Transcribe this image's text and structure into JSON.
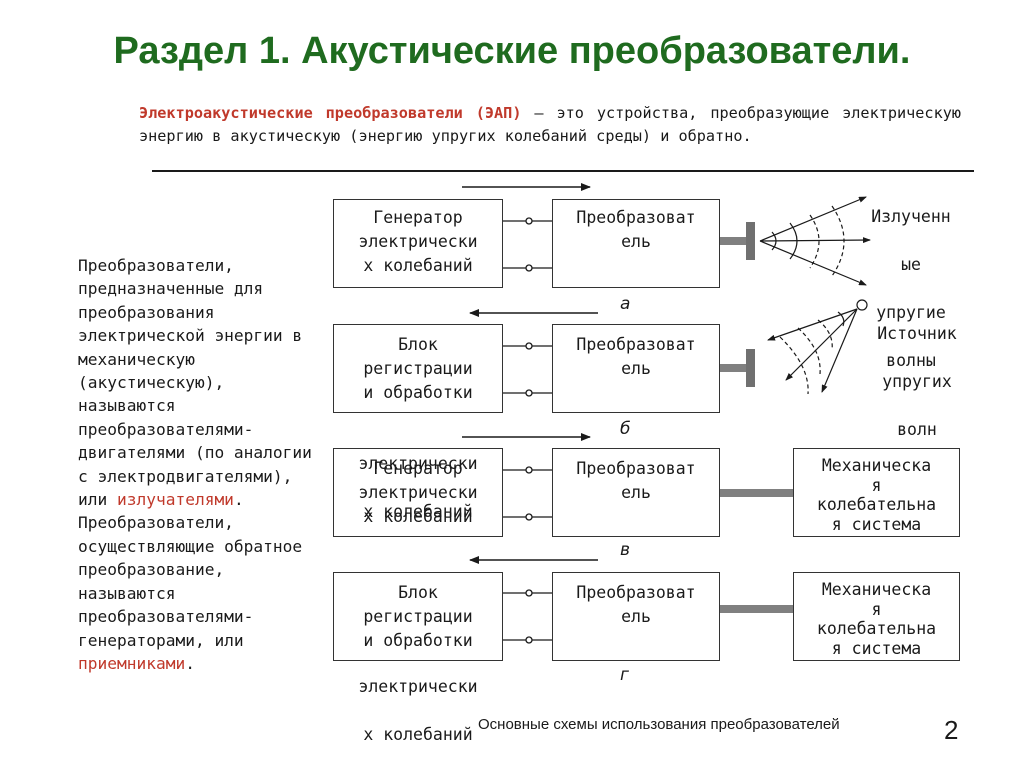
{
  "title": "Раздел 1. Акустические преобразователи.",
  "definition": {
    "term": "Электроакустические преобразователи (ЭАП)",
    "rest": " – это устройства, преобразующие электрическую энергию в акустическую (энергию упругих колебаний среды) и обратно."
  },
  "left_text": {
    "part1": "Преобразователи, предназначенные для преобразования электрической энергии в механическую (акустическую), называются преобразователями-двигателями (по аналогии с электродвигателями), или ",
    "emitters": "излучателями",
    "part2": ". Преобразователи, осуществляющие обратное преобразование, называются преобразователями-генераторами, или ",
    "receivers": "приемниками",
    "part3": "."
  },
  "diagrams": {
    "a": {
      "left_box": [
        "Генератор",
        "электрически",
        "х колебаний"
      ],
      "right_box": [
        "Преобразоват",
        "ель"
      ],
      "waves_label": [
        "Излученн",
        "ые",
        "упругие",
        "волны"
      ],
      "letter": "а"
    },
    "b": {
      "left_box": [
        "Блок",
        "регистрации",
        "и обработки"
      ],
      "right_box": [
        "Преобразоват",
        "ель"
      ],
      "source_label": [
        "Источник",
        "упругих",
        "волн"
      ],
      "letter": "б"
    },
    "v": {
      "overflow_label": [
        "электрически",
        "х колебаний"
      ],
      "left_box": [
        "Генератор",
        "электрически",
        "х колебаний"
      ],
      "right_box": [
        "Преобразоват",
        "ель"
      ],
      "mech_box": [
        "Механическа",
        "я",
        "колебательна",
        "я система"
      ],
      "letter": "в"
    },
    "g": {
      "left_box": [
        "Блок",
        "регистрации",
        "и обработки"
      ],
      "overflow_label": [
        "электрически",
        "х колебаний"
      ],
      "right_box": [
        "Преобразоват",
        "ель"
      ],
      "mech_box": [
        "Механическа",
        "я",
        "колебательна",
        "я система"
      ],
      "letter": "г"
    }
  },
  "caption": "Основные схемы использования преобразователей",
  "page_number": "2",
  "colors": {
    "title": "#1f6b1f",
    "accent_red": "#c0392b",
    "rod": "#808080"
  }
}
